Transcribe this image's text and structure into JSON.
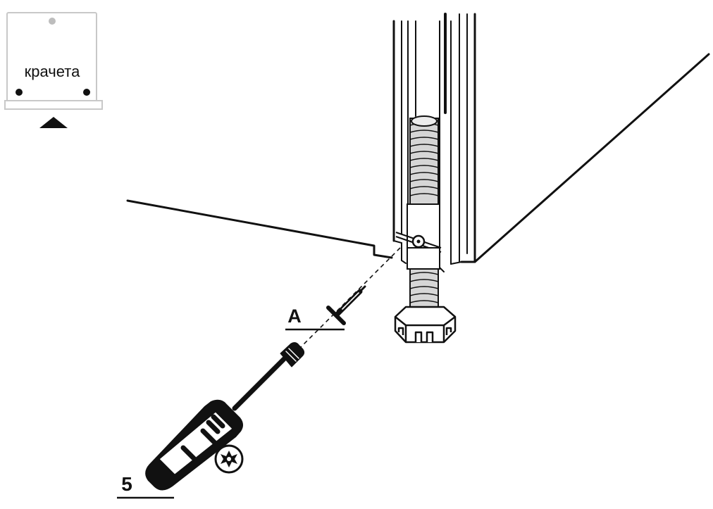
{
  "inset": {
    "label": "крачета",
    "view_indicator": "triangle-up-icon"
  },
  "callouts": {
    "part_label": "A",
    "step_number": "5"
  },
  "icons": {
    "screw_part": "screw-icon",
    "tool": "screwdriver-icon",
    "bit_type": "torx-star-icon"
  },
  "colors": {
    "stroke": "#111111",
    "thread": "#a9a9a9",
    "inset_border": "#c8c8c8",
    "background": "#ffffff"
  }
}
